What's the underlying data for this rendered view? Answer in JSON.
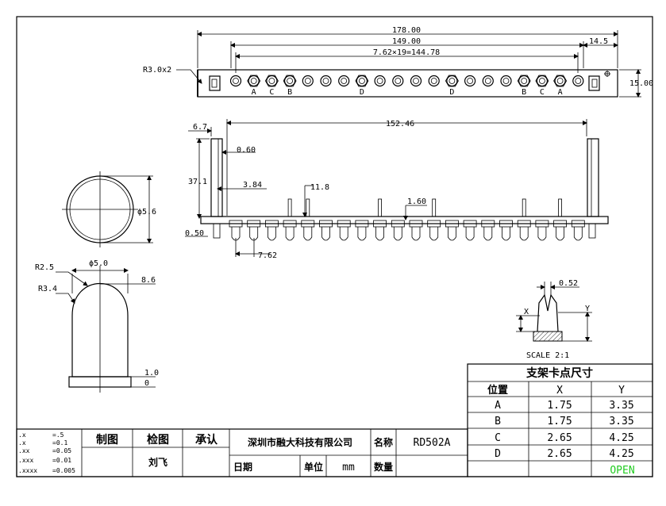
{
  "top_view": {
    "dim_overall": "178.00",
    "dim_inner": "149.00",
    "dim_pitch": "7.62×19=144.78",
    "dim_end": "14.5",
    "dim_height": "15.00",
    "radius_label": "R3.0x2",
    "pin_letters": [
      "A",
      "C",
      "B",
      "D",
      "D",
      "B",
      "C",
      "A"
    ]
  },
  "side_view": {
    "dim_length": "152.46",
    "dim_67": "6.7",
    "dim_060": "0.60",
    "dim_371": "37.1",
    "dim_384": "3.84",
    "dim_118": "11.8",
    "dim_160": "1.60",
    "dim_050": "0.50",
    "dim_762": "7.62"
  },
  "lens": {
    "diameter": "ϕ5.6"
  },
  "led": {
    "r25": "R2.5",
    "r34": "R3.4",
    "d50": "ϕ5.0",
    "h86": "8.6",
    "h10": "1.0",
    "h0": "0"
  },
  "detail": {
    "width": "0.52",
    "x_label": "X",
    "y_label": "Y",
    "scale": "SCALE 2:1"
  },
  "clip_table": {
    "title": "支架卡点尺寸",
    "headers": [
      "位置",
      "X",
      "Y"
    ],
    "rows": [
      [
        "A",
        "1.75",
        "3.35"
      ],
      [
        "B",
        "1.75",
        "3.35"
      ],
      [
        "C",
        "2.65",
        "4.25"
      ],
      [
        "D",
        "2.65",
        "4.25"
      ]
    ],
    "status": "OPEN",
    "status_color": "#22cc22"
  },
  "title_block": {
    "tolerances": [
      [
        ".x",
        "=.5"
      ],
      [
        ".x",
        "=0.1"
      ],
      [
        ".xx",
        "=0.05"
      ],
      [
        ".xxx",
        "=0.01"
      ],
      [
        ".xxxx",
        "=0.005"
      ]
    ],
    "draw": "制图",
    "check": "检图",
    "approve": "承认",
    "drawer_name": "刘飞",
    "company": "深圳市融大科技有限公司",
    "name_label": "名称",
    "name_value": "RD502A",
    "date_label": "日期",
    "unit_label": "单位",
    "unit_value": "mm",
    "qty_label": "数量"
  }
}
